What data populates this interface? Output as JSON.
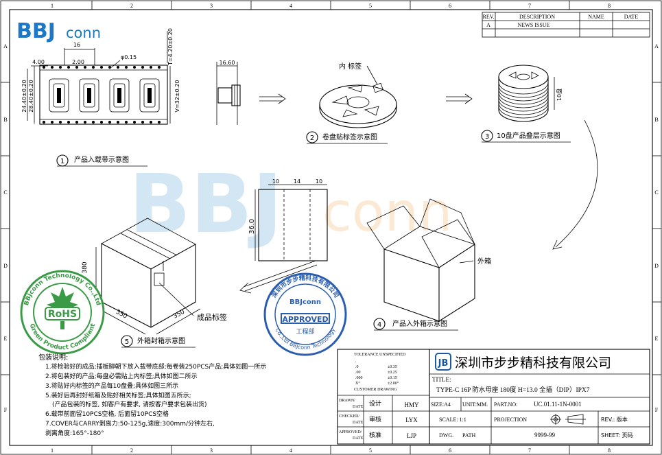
{
  "frame": {
    "col_labels": [
      "1",
      "2",
      "3",
      "4",
      "5",
      "6",
      "7",
      "8"
    ],
    "row_labels": [
      "A",
      "B",
      "C",
      "D",
      "E",
      "F"
    ]
  },
  "logo": {
    "bold": "BBJ",
    "light": "conn"
  },
  "watermark": {
    "bold": "BBJ",
    "light": "conn"
  },
  "revision_table": {
    "headers": [
      "REV.",
      "DESCRIPTION",
      "NAME",
      "DATE"
    ],
    "rows": [
      [
        "A",
        "NEWS ISSUE",
        "",
        ""
      ]
    ]
  },
  "figure1": {
    "dims": {
      "pitch": "16",
      "offset_a": "4.00",
      "offset_b": "2.00",
      "hole": "φ0.15",
      "height_total": "28.40±0.20",
      "height_inner": "24.40±0.20",
      "width_v": "V=32±0.20",
      "depth": "T=4.20±0.20"
    },
    "number": "1",
    "caption": "产品入载带示意图"
  },
  "side_dim": "16.60",
  "figure2": {
    "label": "内 标签",
    "number": "2",
    "caption": "卷盘贴标签示意图"
  },
  "figure3": {
    "stack_label": "10盘",
    "number": "3",
    "caption": "10盘产品叠层示意图"
  },
  "label_sheet": {
    "w1": "10",
    "w2": "14",
    "w3": "10",
    "h": "36.0"
  },
  "figure4": {
    "label": "外箱",
    "number": "4",
    "caption": "产品入外箱示意图"
  },
  "figure5": {
    "d1": "380",
    "d2": "350",
    "d3": "350",
    "label": "成品标签",
    "number": "5",
    "caption": "外箱封箱示意图"
  },
  "rohs": {
    "ring_top": "BBJconn Technology Co.,Ltd",
    "ring_bottom": "Green Product Compliant",
    "center": "RoHS"
  },
  "approved_stamp": {
    "ring": "深圳市步步精科技有限公司",
    "ring_bottom": "Co.,Ltd BBJconn Technology",
    "logo": "BBJconn",
    "center": "APPROVED",
    "dept": "工程部"
  },
  "notes": {
    "title": "包装说明:",
    "lines": [
      "1.将检验好的成品;插板脚朝下放入载带底部;每卷装250PCS产品;具体如图一所示",
      "2.将包装好的产品;每盘必需贴上内标签;具体如图二所示",
      "3.将贴好内标签的产品每10盘叠;具体如图三所示",
      "5.装好后再封好纸箱及贴好相关标签;具体如图五所示;",
      "(产品包装的标签, 如客户有要求, 请按客户要求包装出货)",
      "6.载带前面留10PCS空格, 后面留10PCS空格",
      "7.COVER与CARRY剥离力:50-125g,速度:300mm/分钟左右,",
      "剥离角度:165°-180°"
    ]
  },
  "tolerance": {
    "title": "TOLERANCE UNSPECIFIED",
    "rows": [
      [
        ".",
        ""
      ],
      [
        ".0",
        "±0.35"
      ],
      [
        ".00",
        "±0.25"
      ],
      [
        ".000",
        "±0.15"
      ],
      [
        "X°",
        "±2.00°"
      ]
    ],
    "footer": "CUSTOMER DRAWING"
  },
  "title_block": {
    "company": "深圳市步步精科技有限公司",
    "company_logo": "JB",
    "title_label": "TITLE:",
    "title": "TYPE-C 16P 防水母座 180度 H=13.0 全插（DIP）IPX7",
    "size": "SIZE:A4",
    "unit": "UNIT:MM.",
    "part_label": "PART.NO:",
    "part_no": "UC.01.11-1N-0001",
    "scale": "SCALE: 1:1",
    "projection": "PROJECTION",
    "rev": "REV.: 版本",
    "dwg": "DWG.",
    "path": "PATH",
    "dwg_no": "9999-99",
    "sheet": "SHEET: 页码",
    "sign_rows": [
      {
        "role": "DRAWN/",
        "date": "DATE",
        "cn": "设计",
        "name": "HMY"
      },
      {
        "role": "CHECKED/",
        "date": "DATE",
        "cn": "审核",
        "name": "LYX"
      },
      {
        "role": "APPROVED/",
        "date": "DATE",
        "cn": "核准",
        "name": "LJP"
      }
    ]
  }
}
